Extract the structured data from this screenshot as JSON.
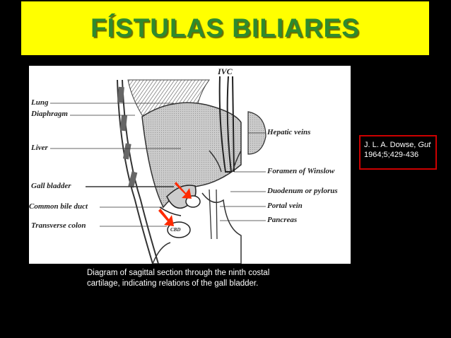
{
  "slide": {
    "title": "FÍSTULAS BILIARES",
    "colors": {
      "background": "#000000",
      "title_bar": "#ffff00",
      "title_text": "#2e8b2e",
      "citation_border": "#cc0000",
      "arrow": "#ff2a00"
    }
  },
  "diagram": {
    "labels": {
      "ivc": "IVC",
      "lung": "Lung",
      "diaphragm": "Diaphragm",
      "liver": "Liver",
      "gall_bladder": "Gall bladder",
      "common_bile_duct": "Common bile duct",
      "transverse_colon": "Transverse colon",
      "hepatic_veins": "Hepatic veins",
      "foramen": "Foramen of Winslow",
      "duodenum": "Duodenum or pylorus",
      "portal_vein": "Portal vein",
      "pancreas": "Pancreas",
      "cbd_small": "CBD"
    },
    "arrow_icons": [
      "red-arrow-icon",
      "red-arrow-icon"
    ]
  },
  "citation": {
    "author": "J. L. A. Dowse, ",
    "journal": "Gut",
    "ref": "1964;5;429-436"
  },
  "caption": {
    "line1": "Diagram of sagittal section through the ninth costal",
    "line2": "cartilage, indicating relations of the gall bladder."
  }
}
